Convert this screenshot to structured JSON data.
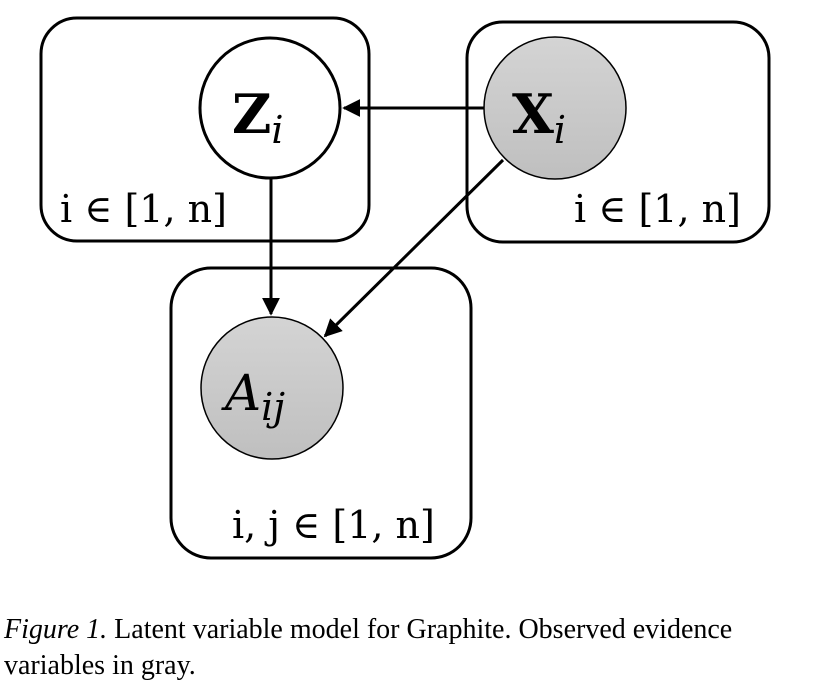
{
  "diagram": {
    "type": "plate-notation graphical model",
    "plates": [
      {
        "id": "plate-z",
        "label": "i ∈ [1, n]"
      },
      {
        "id": "plate-x",
        "label": "i ∈ [1, n]"
      },
      {
        "id": "plate-a",
        "label": "i, j ∈ [1, n]"
      }
    ],
    "nodes": [
      {
        "id": "Z",
        "base": "Z",
        "sub": "i",
        "observed": false
      },
      {
        "id": "X",
        "base": "X",
        "sub": "i",
        "observed": true
      },
      {
        "id": "A",
        "base": "A",
        "sub": "ij",
        "observed": true
      }
    ],
    "edges": [
      {
        "from": "X",
        "to": "Z"
      },
      {
        "from": "Z",
        "to": "A"
      },
      {
        "from": "X",
        "to": "A"
      }
    ],
    "colors": {
      "observed_fill": "#c8c8c8",
      "latent_fill": "#ffffff",
      "stroke": "#000000"
    }
  },
  "caption": {
    "figure_label": "Figure 1.",
    "text": " Latent variable model for Graphite. Observed evidence variables in gray."
  }
}
